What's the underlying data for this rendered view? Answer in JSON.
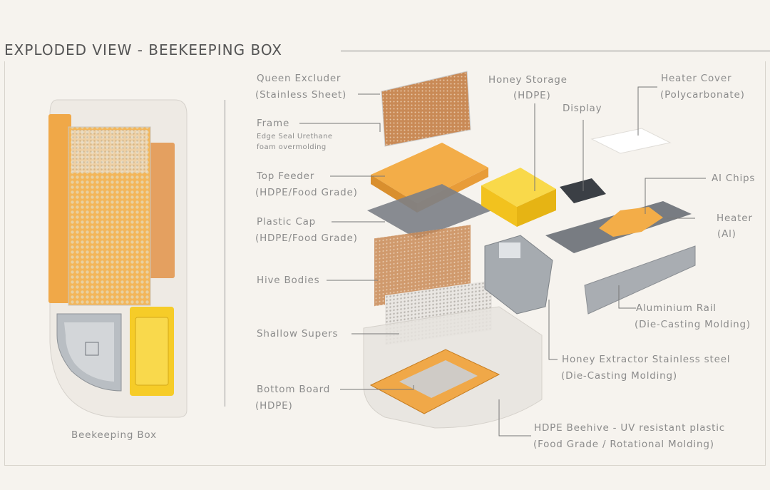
{
  "title": "EXPLODED VIEW - BEEKEEPING BOX",
  "caption": "Beekeeping Box",
  "labels": {
    "queen_excluder": "Queen Excluder",
    "queen_excluder_sub": "(Stainless Sheet)",
    "frame": "Frame",
    "frame_sub1": "Edge Seal  Urethane",
    "frame_sub2": "foam overmolding",
    "top_feeder": "Top Feeder",
    "top_feeder_sub": "(HDPE/Food Grade)",
    "plastic_cap": "Plastic Cap",
    "plastic_cap_sub": "(HDPE/Food Grade)",
    "hive_bodies": "Hive Bodies",
    "shallow_supers": "Shallow Supers",
    "bottom_board": "Bottom Board",
    "bottom_board_sub": "(HDPE)",
    "honey_storage": "Honey Storage",
    "honey_storage_sub": "(HDPE)",
    "display": "Display",
    "heater_cover": "Heater Cover",
    "heater_cover_sub": "(Polycarbonate)",
    "ai_chips": "AI Chips",
    "heater": "Heater",
    "heater_sub": "(Al)",
    "aluminium_rail": "Aluminium Rail",
    "aluminium_rail_sub": "(Die-Casting Molding)",
    "honey_extractor": "Honey Extractor Stainless steel",
    "honey_extractor_sub": "(Die-Casting Molding)",
    "hdpe_beehive": "HDPE Beehive -  UV resistant plastic",
    "hdpe_beehive_sub": "(Food Grade / Rotational Molding)"
  },
  "colors": {
    "orange": "#f0a848",
    "yellow": "#f6cc28",
    "steel": "#9ea3a8",
    "copper": "#c87a3c"
  }
}
